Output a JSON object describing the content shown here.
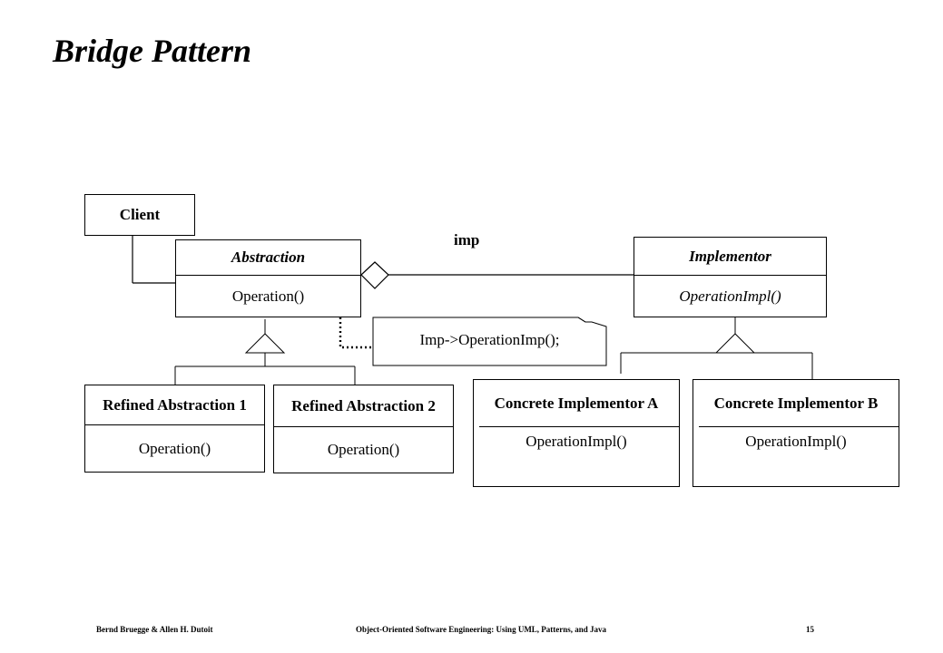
{
  "title": "Bridge Pattern",
  "diagram": {
    "client": {
      "name": "Client"
    },
    "abstraction": {
      "name": "Abstraction",
      "operation": "Operation()"
    },
    "implementor": {
      "name": "Implementor",
      "operation": "OperationImpl()"
    },
    "association_label": "imp",
    "note": "Imp->OperationImp();",
    "refined_1": {
      "name": "Refined  Abstraction 1",
      "operation": "Operation()"
    },
    "refined_2": {
      "name": "Refined  Abstraction 2",
      "operation": "Operation()"
    },
    "concrete_a": {
      "name": "Concrete Implementor A",
      "operation": "OperationImpl()"
    },
    "concrete_b": {
      "name": "Concrete Implementor B",
      "operation": "OperationImpl()"
    }
  },
  "footer": {
    "authors": "Bernd Bruegge & Allen H. Dutoit",
    "book": "Object-Oriented Software Engineering: Using UML, Patterns, and Java",
    "page": "15"
  }
}
